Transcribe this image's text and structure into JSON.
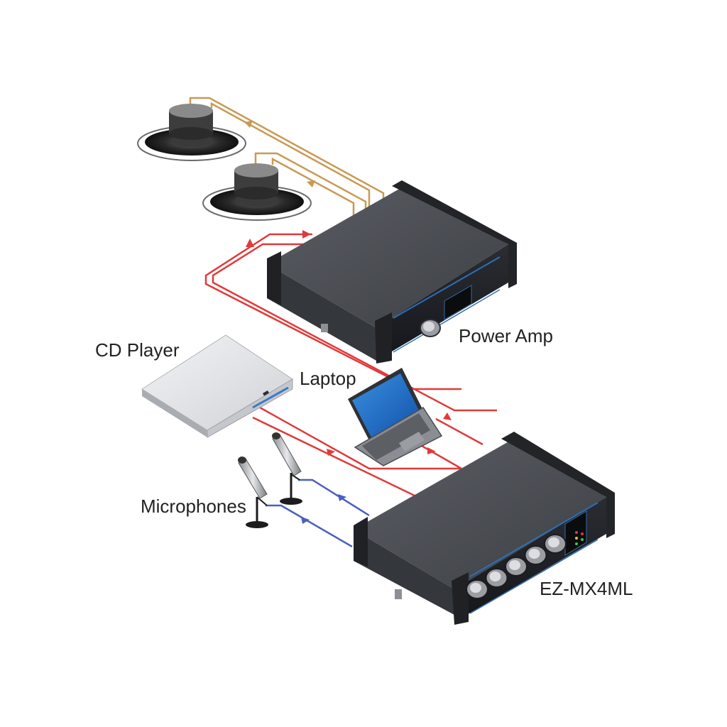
{
  "labels": {
    "power_amp": "Power Amp",
    "cd_player": "CD Player",
    "laptop": "Laptop",
    "microphones": "Microphones",
    "mixer": "EZ-MX4ML"
  },
  "colors": {
    "speaker_cable": "#c89a55",
    "line_audio_cable": "#e03a3a",
    "mic_cable": "#4a5fc0",
    "device_body": "#4a4d52",
    "device_endcap": "#26282b",
    "front_panel": "#15181d",
    "panel_trim": "#2d6fb5"
  },
  "icons": {
    "speaker_upper": "speaker-icon",
    "speaker_lower": "speaker-icon",
    "power_amp": "power-amp-icon",
    "cd_player": "cd-player-icon",
    "laptop": "laptop-icon",
    "microphone_left": "microphone-icon",
    "microphone_right": "microphone-icon",
    "mixer": "mixer-icon"
  },
  "mixer": {
    "knob_count": 5
  }
}
